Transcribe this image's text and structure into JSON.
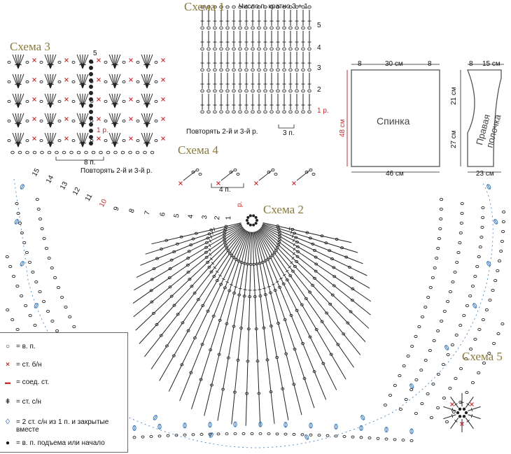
{
  "diagrams": {
    "scheme1": {
      "title": "Схема 1",
      "note": "Число п. кратно 3 + 1",
      "row_numbers": [
        "5",
        "4",
        "3",
        "2",
        "1 р."
      ],
      "repeat_note": "Повторять 2-й и 3-й р.",
      "repeat_count": "3 п."
    },
    "scheme2": {
      "title": "Схема 2",
      "start_label": "р.",
      "row_numbers": [
        "15",
        "14",
        "13",
        "12",
        "11",
        "10",
        "9",
        "8",
        "7",
        "6",
        "5",
        "4",
        "3",
        "2",
        "1"
      ]
    },
    "scheme3": {
      "title": "Схема 3",
      "top_number": "5",
      "row_label": "1 р.",
      "repeat_count": "8 п.",
      "repeat_note": "Повторять 2-й и 3-й р."
    },
    "scheme4": {
      "title": "Схема 4",
      "repeat_count": "4 п."
    },
    "scheme5": {
      "title": "Схема 5"
    }
  },
  "pattern": {
    "back": {
      "label": "Спинка",
      "top_left": "8",
      "top_mid": "30 см",
      "top_right": "8",
      "height": "48 см",
      "bottom": "46 см"
    },
    "front": {
      "label": "Правая полочка",
      "top_left": "8",
      "top_right": "15 см",
      "upper": "21 см",
      "lower": "27 см",
      "bottom": "23 см"
    }
  },
  "legend": [
    {
      "icon": "chain-stitch-icon",
      "symbol": "○",
      "text": "= в. п."
    },
    {
      "icon": "single-crochet-icon",
      "symbol": "×",
      "text": "= ст. б/н",
      "color": "#c62f2f"
    },
    {
      "icon": "slip-stitch-icon",
      "symbol": "▬",
      "text": "= соед. ст.",
      "color": "#c62f2f"
    },
    {
      "icon": "double-crochet-icon",
      "symbol": "ǂ",
      "text": "= ст. с/н"
    },
    {
      "icon": "double-crochet-cluster-icon",
      "symbol": "♢",
      "text": "= 2 ст. с/н из 1 п. и закрытые вместе",
      "color": "#3a78b8"
    },
    {
      "icon": "turning-chain-icon",
      "symbol": "●",
      "text": "= в. п. подъема или начало"
    }
  ],
  "colors": {
    "title": "#8a7a3a",
    "accent_red": "#c62f2f",
    "accent_blue": "#3a78b8",
    "line": "#222222"
  }
}
